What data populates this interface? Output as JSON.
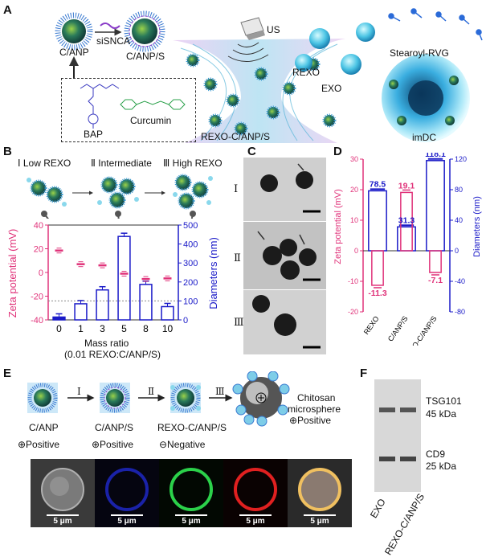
{
  "panels": {
    "A": "A",
    "B": "B",
    "C": "C",
    "D": "D",
    "E": "E",
    "F": "F"
  },
  "panelA": {
    "c_anp": "C/ANP",
    "sisnca": "siSNCA",
    "c_anp_s": "C/ANP/S",
    "bap": "BAP",
    "curcumin": "Curcumin",
    "us": "US",
    "rexo": "REXO",
    "exo": "EXO",
    "stearoyl": "Stearoyl-RVG",
    "rexo_c_anp_s": "REXO-C/ANP/S",
    "imdc": "imDC"
  },
  "panelB": {
    "stage1": "Ⅰ Low REXO",
    "stage2": "Ⅱ Intermediate",
    "stage3": "Ⅲ High REXO",
    "xlabel1": "Mass ratio",
    "xlabel2": "(0.01 REXO:C/ANP/S)"
  },
  "panelC": {
    "r1": "Ⅰ",
    "r2": "Ⅱ",
    "r3": "Ⅲ"
  },
  "panelE": {
    "step1": "Ⅰ",
    "step2": "Ⅱ",
    "step3": "Ⅲ",
    "c_anp": "C/ANP",
    "c_anp_s": "C/ANP/S",
    "rexo_c_anp_s": "REXO-C/ANP/S",
    "pos1": "⊕Positive",
    "pos2": "⊕Positive",
    "neg": "⊖Negative",
    "chitosan": "Chitosan",
    "microsphere": "microsphere",
    "pos3": "⊕Positive",
    "scale": "5 μm"
  },
  "panelF": {
    "tsg": "TSG101",
    "tsg_kda": "45 kDa",
    "cd9": "CD9",
    "cd9_kda": "25 kDa",
    "lane1": "EXO",
    "lane2": "REXO-C/ANP/S"
  },
  "colors": {
    "zeta": "#e0337a",
    "diam": "#1a1ac8"
  },
  "chart_data": [
    {
      "type": "bar",
      "panel": "B",
      "categories": [
        "0",
        "1",
        "3",
        "5",
        "8",
        "10"
      ],
      "xlabel": "Mass ratio\n(0.01 REXO:C/ANP/S)",
      "ylabel_left": "Zeta potential (mV)",
      "ylabel_right": "Diameters (nm)",
      "ylim_left": [
        -40,
        40
      ],
      "ylim_right": [
        0,
        500
      ],
      "left_ticks": [
        "-40",
        "-20",
        "0",
        "20",
        "40"
      ],
      "right_ticks": [
        "0",
        "100",
        "200",
        "300",
        "400",
        "500"
      ],
      "series": [
        {
          "name": "Zeta potential",
          "axis": "left",
          "type": "point",
          "values": [
            18.5,
            7,
            6,
            -1,
            -5.5,
            -5
          ]
        },
        {
          "name": "Diameters",
          "axis": "right",
          "type": "bar",
          "values": [
            15,
            85,
            158,
            440,
            187,
            70
          ]
        }
      ],
      "reference_lines": [
        {
          "axis": "right",
          "value": 100,
          "style": "dotted"
        }
      ]
    },
    {
      "type": "bar",
      "panel": "D",
      "categories": [
        "REXO",
        "C/ANP/S",
        "REXO-C/ANP/S"
      ],
      "ylabel_left": "Zeta potential (mV)",
      "ylabel_right": "Diameters (nm)",
      "ylim_left": [
        -20,
        30
      ],
      "ylim_right": [
        -80,
        120
      ],
      "left_ticks": [
        "-20",
        "-10",
        "0",
        "10",
        "20",
        "30"
      ],
      "right_ticks": [
        "-80",
        "-40",
        "0",
        "40",
        "80",
        "120"
      ],
      "series": [
        {
          "name": "Zeta potential",
          "axis": "left",
          "type": "bar",
          "values": [
            -11.3,
            19.1,
            -7.1
          ]
        },
        {
          "name": "Diameters",
          "axis": "right",
          "type": "bar",
          "values": [
            78.5,
            31.3,
            118.1
          ]
        }
      ],
      "data_labels": {
        "zeta": [
          "-11.3",
          "19.1",
          "-7.1"
        ],
        "diam": [
          "78.5",
          "31.3",
          "118.1"
        ]
      }
    }
  ]
}
